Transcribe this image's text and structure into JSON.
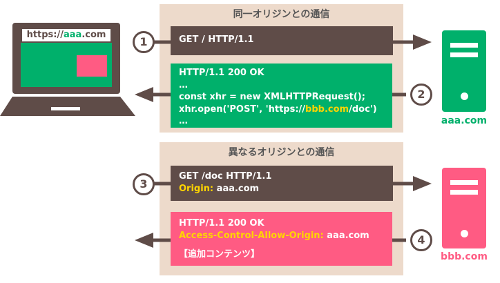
{
  "panels": {
    "same_origin_title": "同一オリジンとの通信",
    "cross_origin_title": "異なるオリジンとの通信"
  },
  "laptop": {
    "url_prefix": "https://",
    "url_domain": "aaa",
    "url_suffix": ".com"
  },
  "steps": {
    "s1": "1",
    "s2": "2",
    "s3": "3",
    "s4": "4"
  },
  "msg1": {
    "line1": "GET / HTTP/1.1"
  },
  "msg2": {
    "line1": "HTTP/1.1 200 OK",
    "line2": "…",
    "line3": "const xhr = new XMLHTTPRequest();",
    "line4_a": "xhr.open('POST', 'https://",
    "line4_b": "bbb.com",
    "line4_c": "/doc')",
    "line5": "…"
  },
  "msg3": {
    "line1": "GET /doc HTTP/1.1",
    "line2_key": "Origin:",
    "line2_val": " aaa.com"
  },
  "msg4": {
    "line1": "HTTP/1.1 200 OK",
    "line2_key": "Access-Control-Allow-Origin:",
    "line2_val": " aaa.com",
    "line3": "【追加コンテンツ】"
  },
  "servers": {
    "aaa": "aaa.com",
    "bbb": "bbb.com"
  },
  "colors": {
    "brown": "#5f4c48",
    "green": "#00b06b",
    "pink": "#ff5b83",
    "beige": "#eddacb",
    "yellow": "#ffd500"
  }
}
